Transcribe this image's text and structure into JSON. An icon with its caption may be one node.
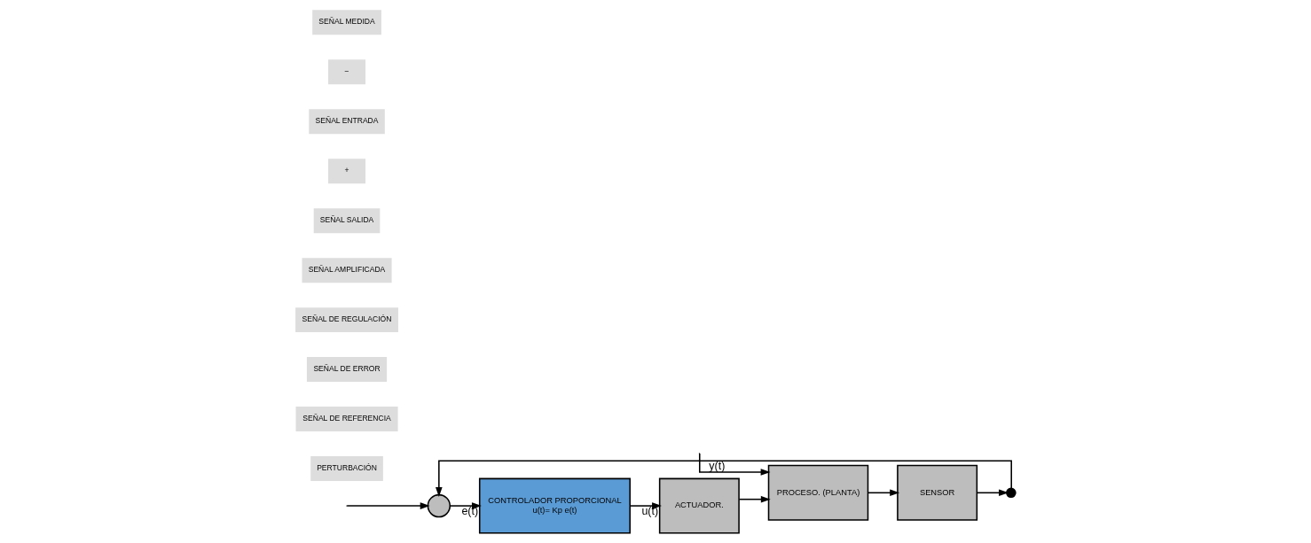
{
  "diagram": {
    "nodes": [
      {
        "text": [],
        "shape": "circle"
      },
      {
        "text": [
          "CONTROLADOR PROPORCIONAL",
          "u(t)= Kp e(t)"
        ]
      },
      {
        "text": [
          "ACTUADOR."
        ]
      },
      {
        "text": [
          "PROCESO. (PLANTA)"
        ]
      },
      {
        "text": [
          "SENSOR"
        ]
      },
      {
        "text": [],
        "shape": "circle"
      }
    ],
    "edges": [
      {
        "from": null,
        "to": 0,
        "arrow": "to"
      },
      {
        "from": 0,
        "to": 1,
        "arrow": "to",
        "label": "e(t)"
      },
      {
        "from": 1,
        "to": 2,
        "arrow": "to",
        "label": "u(t)"
      },
      {
        "from": 2,
        "to": 3,
        "arrow": "to"
      },
      {
        "from": null,
        "to": 3,
        "arrow": "to"
      },
      {
        "from": 3,
        "to": 4,
        "arrow": "to"
      },
      {
        "from": 4,
        "to": 5,
        "arrow": "to"
      },
      {
        "from": 5,
        "to": 0,
        "arrow": "to",
        "label": "y(t)"
      }
    ],
    "labels": [
      "PERTURBACIÓN",
      "SEÑAL DE REFERENCIA",
      "SEÑAL DE ERROR",
      "SEÑAL DE REGULACIÓN",
      "SEÑAL AMPLIFICADA",
      "SEÑAL SALIDA",
      "+",
      "SEÑAL ENTRADA",
      "−",
      "SEÑAL MEDIDA"
    ]
  }
}
